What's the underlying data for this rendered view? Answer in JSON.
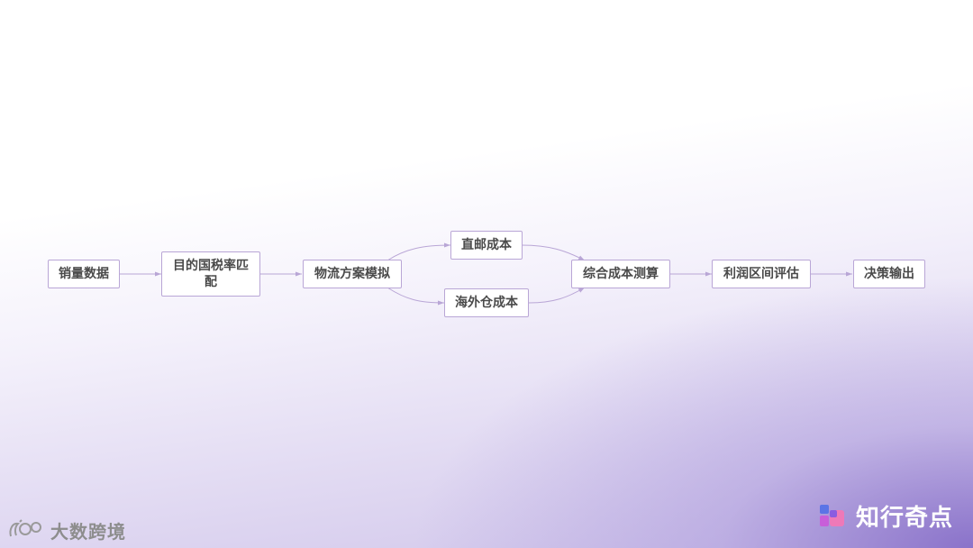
{
  "diagram": {
    "nodes": {
      "sales": "销量数据",
      "tax": "目的国税率匹配",
      "logistics": "物流方案模拟",
      "direct_mail": "直邮成本",
      "overseas_wh": "海外仓成本",
      "total_cost": "综合成本测算",
      "profit": "利润区间评估",
      "decision": "决策输出"
    }
  },
  "branding": {
    "left_logo_text": "大数跨境",
    "right_logo_text": "知行奇点"
  },
  "colors": {
    "accent": "#b9a6d6",
    "node_text": "#4a4a4a",
    "brand_purple": "#7e64c4"
  }
}
